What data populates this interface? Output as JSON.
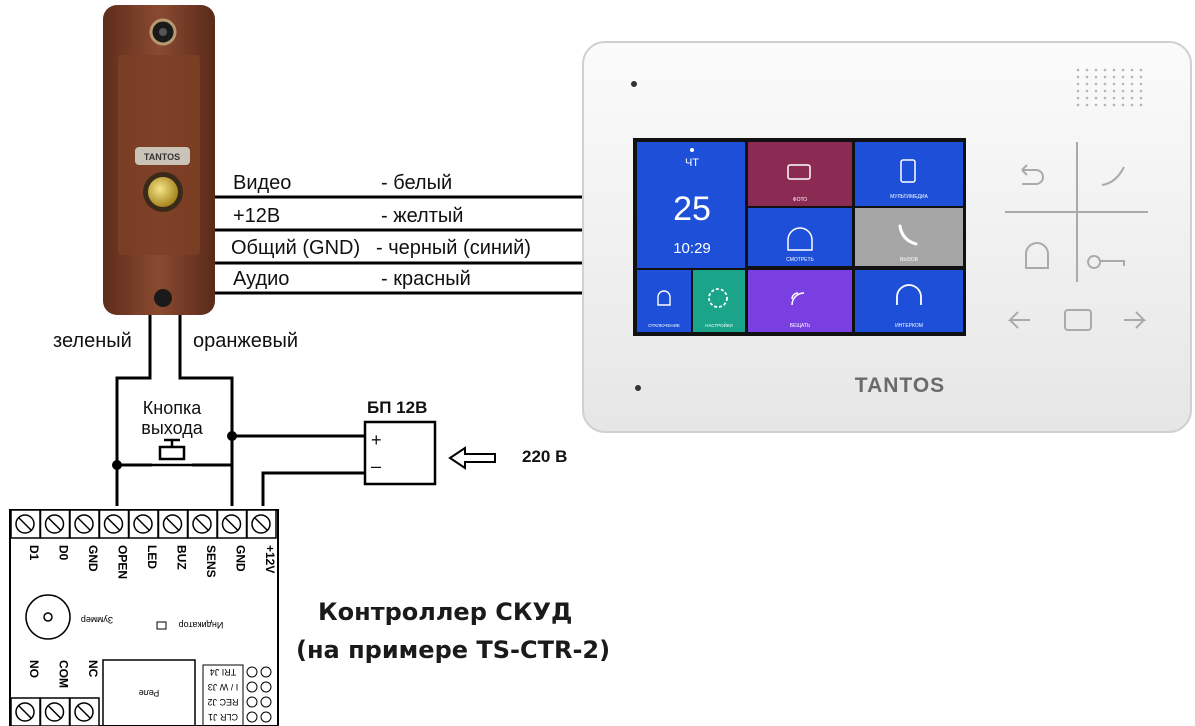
{
  "doorbell": {
    "brand": "TANTOS"
  },
  "monitor": {
    "brand": "TANTOS",
    "tiles": {
      "day": "ЧТ",
      "date": "25",
      "time": "10:29",
      "photo": "ФОТО",
      "multimedia": "МУЛЬТИМЕДИА",
      "watch": "СМОТРЕТЬ",
      "call": "ВЫЗОВ",
      "mute": "ОТКЛЮЧЕНИЕ",
      "settings": "НАСТРОЙКИ",
      "broadcast": "ВЕЩАТЬ",
      "intercom": "ИНТЕРКОМ"
    }
  },
  "wires": [
    {
      "name": "Видео",
      "color": "- белый"
    },
    {
      "name": "+12В",
      "color": "- желтый"
    },
    {
      "name": "Общий (GND)",
      "color": "- черный (синий)"
    },
    {
      "name": "Аудио",
      "color": "- красный"
    }
  ],
  "lock_wires": {
    "left": "зеленый",
    "right": "оранжевый"
  },
  "exit_button": {
    "line1": "Кнопка",
    "line2": "выхода"
  },
  "psu": {
    "title": "БП 12В",
    "plus": "+",
    "minus": "–",
    "input": "220 В"
  },
  "controller": {
    "title1": "Контроллер СКУД",
    "title2": "(на примере TS-CTR-2)",
    "top_terminals": [
      "D1",
      "D0",
      "GND",
      "OPEN",
      "LED",
      "BUZ",
      "SENS",
      "GND",
      "+12V"
    ],
    "buzzer": "Зуммер",
    "indicator": "Индикатор",
    "relay": "Реле",
    "bottom_terminals": [
      "NO",
      "COM",
      "NC"
    ],
    "jumpers": [
      "TRI J4",
      "I / W J3",
      "REC J2",
      "CLR J1"
    ]
  },
  "colors": {
    "doorbell_body": "#7a3f28",
    "screen_blue": "#1e4fd8",
    "tile_maroon": "#8b2a52",
    "tile_gray": "#a6a6a6",
    "tile_teal": "#1aa58a",
    "tile_purple": "#7a3fe0",
    "wire": "#000000"
  }
}
